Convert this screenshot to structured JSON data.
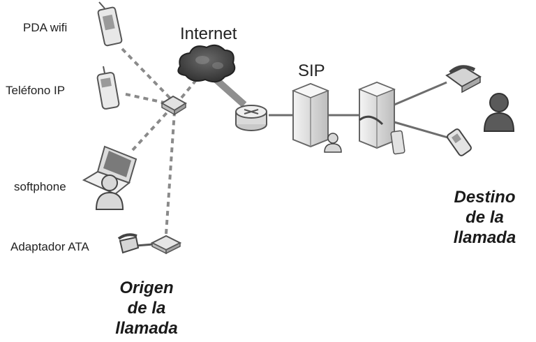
{
  "labels": {
    "pda": "PDA wifi",
    "ip_phone": "Teléfono IP",
    "softphone": "softphone",
    "ata": "Adaptador ATA",
    "internet": "Internet",
    "sip": "SIP"
  },
  "origin": {
    "line1": "Origen",
    "line2": "de la",
    "line3": "llamada"
  },
  "destination": {
    "line1": "Destino",
    "line2": "de la",
    "line3": "llamada"
  },
  "colors": {
    "ink": "#222222",
    "line": "#8a8a8a",
    "device": "#e6e6e6",
    "device_dark": "#555555"
  },
  "icons": [
    "pda-icon",
    "ip-phone-icon",
    "laptop-icon",
    "user-icon",
    "ata-phone-icon",
    "ata-adapter-icon",
    "hub-icon",
    "cloud-icon",
    "router-icon",
    "sip-server-icon",
    "pbx-server-icon",
    "desk-phone-icon",
    "mobile-phone-icon",
    "remote-user-icon"
  ]
}
